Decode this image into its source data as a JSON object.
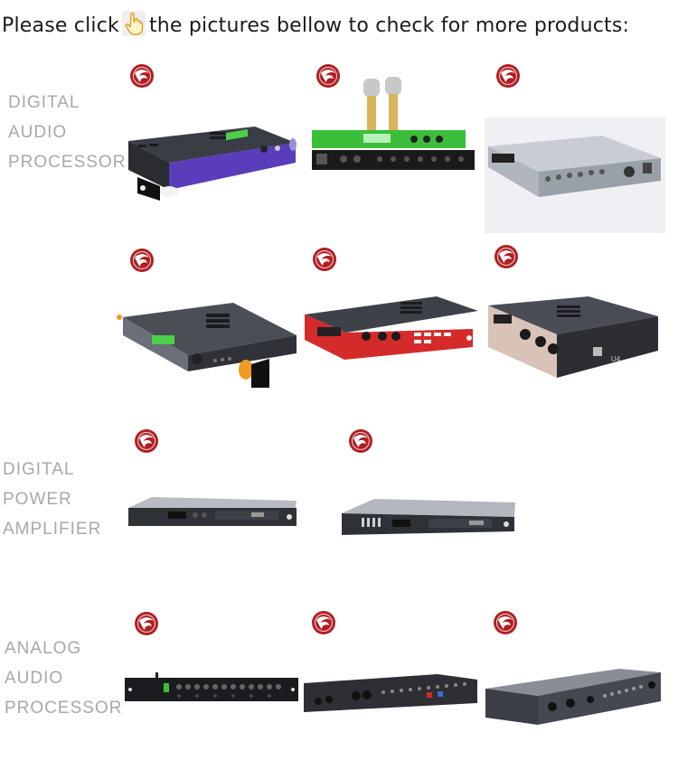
{
  "header": {
    "text_before": "Please click",
    "text_after": "the pictures bellow to check for more products:"
  },
  "categories": [
    {
      "lines": [
        "DIGITAL",
        "AUDIO",
        "PROCESSOR"
      ]
    },
    {
      "lines": [
        "DIGITAL",
        "POWER",
        "AMPLIFIER"
      ]
    },
    {
      "lines": [
        "ANALOG",
        "AUDIO",
        "PROCESSOR"
      ]
    }
  ],
  "display_texts": {
    "u4_label": "U4"
  },
  "colors": {
    "badge_red": "#b01e23",
    "label_gray": "#a8a8a8",
    "purple_accent": "#6a3fc2",
    "green_accent": "#3bbf3b",
    "red_chassis": "#d42a2a",
    "gold_mic": "#d8b45a"
  },
  "icons": {
    "click": "pointing-hand-icon",
    "badge": "red-swirl-logo-icon"
  }
}
